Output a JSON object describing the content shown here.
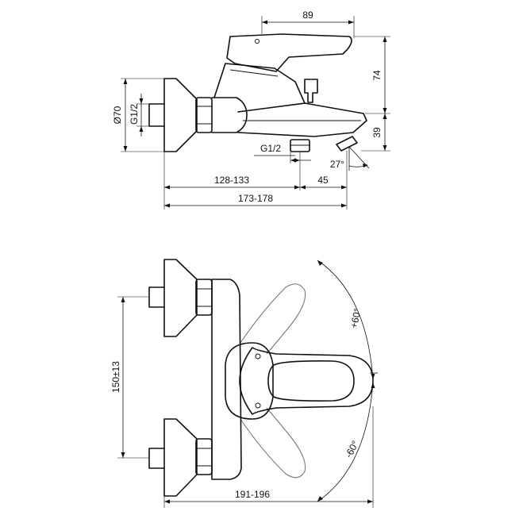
{
  "dimensions": {
    "top_width": "89",
    "spout_height": "74",
    "outlet_height": "39",
    "body_diameter": "Ø70",
    "inlet_thread": "G1/2",
    "outlet_thread": "G1/2",
    "spout_angle": "27°",
    "wall_projection": "128-133",
    "spout_projection": "45",
    "overall_depth": "173-178",
    "inlet_centers": "150±13",
    "front_width": "191-196",
    "lever_rotation_plus": "+60°",
    "lever_rotation_minus": "-60°"
  }
}
